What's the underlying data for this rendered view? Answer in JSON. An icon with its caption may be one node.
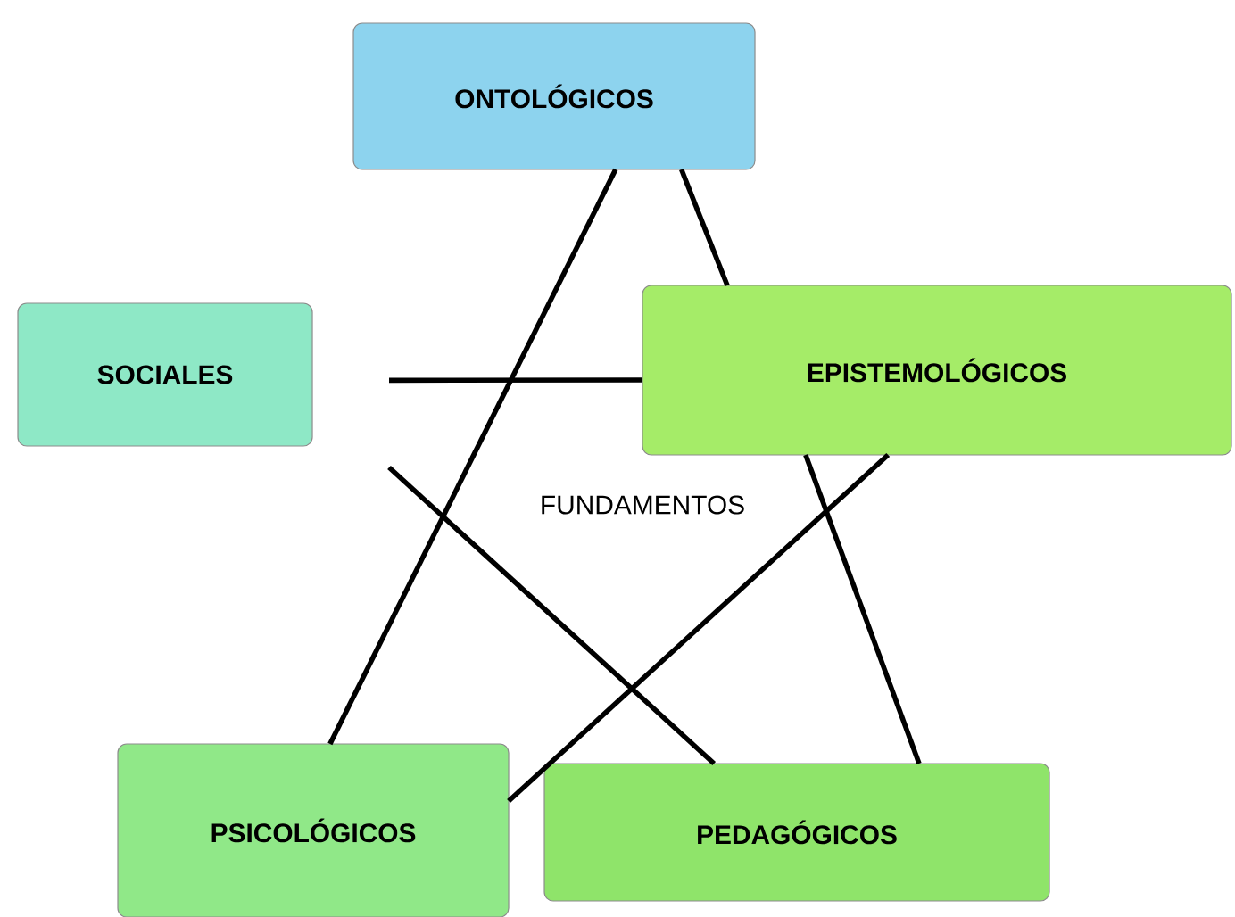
{
  "diagram": {
    "nodes": [
      {
        "text": [
          "ONTOLÓGICOS"
        ]
      },
      {
        "text": [
          "SOCIALES"
        ]
      },
      {
        "text": [
          "EPISTEMOLÓGICOS"
        ]
      },
      {
        "text": [
          "PSICOLÓGICOS"
        ]
      },
      {
        "text": [
          "PEDAGÓGICOS"
        ]
      }
    ],
    "edges": [
      {
        "from": 0,
        "to": 3,
        "arrow": "none"
      },
      {
        "from": 0,
        "to": 2,
        "arrow": "none"
      },
      {
        "from": 2,
        "to": 4,
        "arrow": "none"
      },
      {
        "from": 1,
        "to": 2,
        "arrow": "none"
      },
      {
        "from": null,
        "to": 4,
        "arrow": "none"
      },
      {
        "from": 2,
        "to": 3,
        "arrow": "none"
      }
    ],
    "labels": [
      "FUNDAMENTOS"
    ]
  }
}
